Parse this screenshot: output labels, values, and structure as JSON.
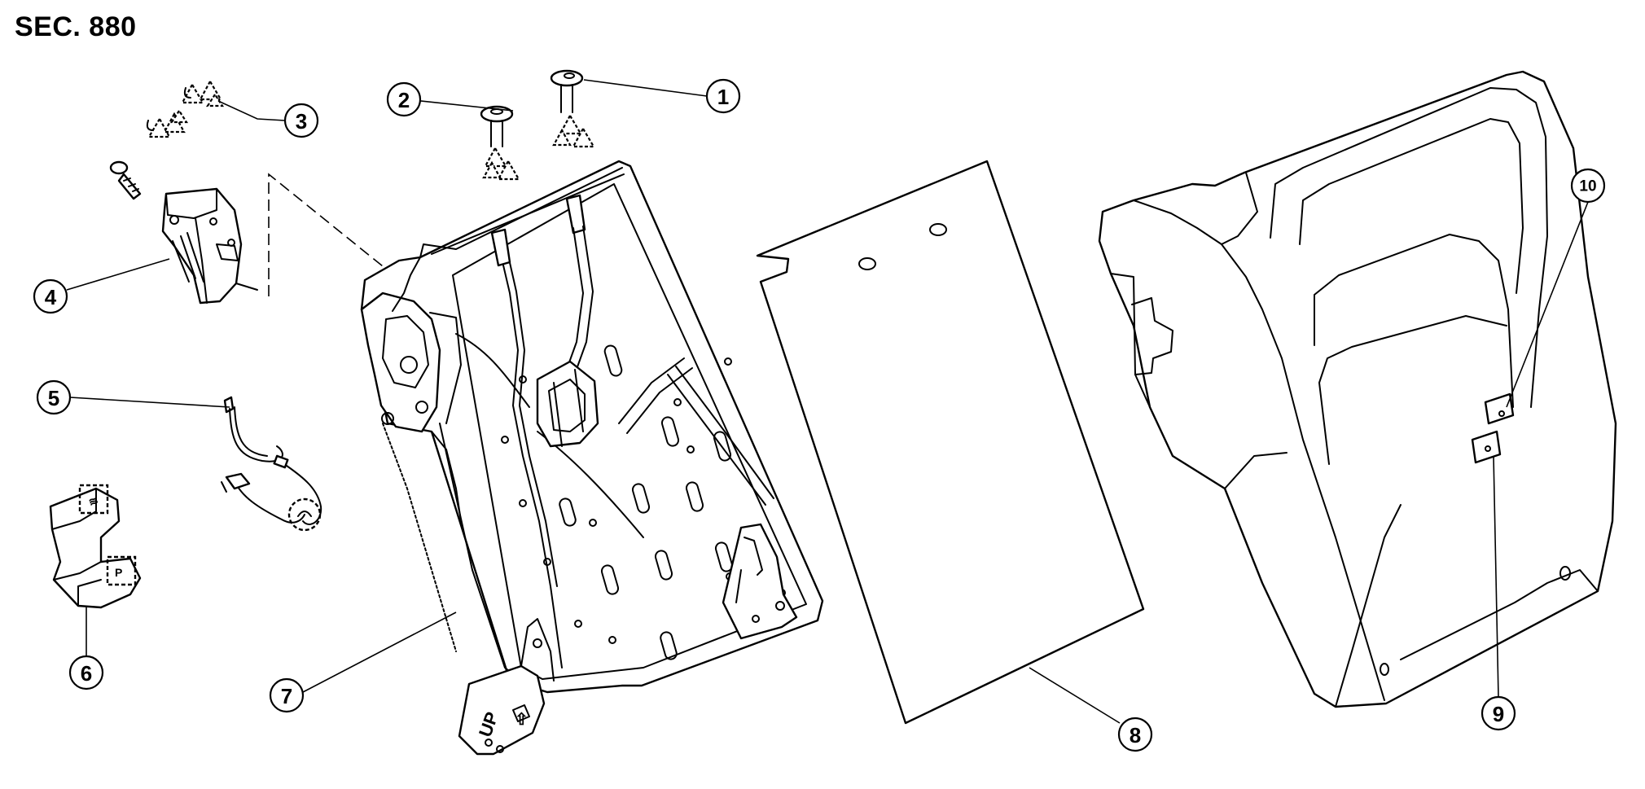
{
  "title": "SEC. 880",
  "callouts": {
    "c1": "1",
    "c2": "2",
    "c3": "3",
    "c4": "4",
    "c5": "5",
    "c6": "6",
    "c7": "7",
    "c8": "8",
    "c9": "9",
    "c10": "10"
  },
  "labels": {
    "up": "UP",
    "arrow": "⇧"
  },
  "colors": {
    "ink": "#000000",
    "paper": "#ffffff"
  }
}
